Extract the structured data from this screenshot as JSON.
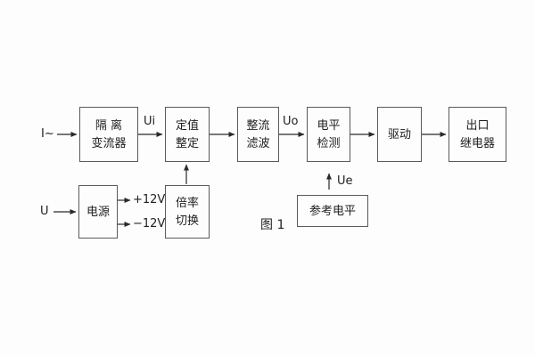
{
  "figure": {
    "caption": "图 1",
    "colors": {
      "background": "#fdfdfd",
      "box_border": "#5a5a5a",
      "text": "#1e1e1e",
      "arrow": "#2a2a2a"
    }
  },
  "blocks": {
    "isolation_transformer": {
      "line1": "隔 离",
      "line2": "变流器"
    },
    "setting_adjust": {
      "line1": "定值",
      "line2": "整定"
    },
    "rectify_filter": {
      "line1": "整流",
      "line2": "滤波"
    },
    "level_detect": {
      "line1": "电平",
      "line2": "检测"
    },
    "drive": {
      "line1": "驱动"
    },
    "output_relay": {
      "line1": "出口",
      "line2": "继电器"
    },
    "power_supply": {
      "line1": "电源"
    },
    "ratio_switch": {
      "line1": "倍率",
      "line2": "切换"
    },
    "reference_level": {
      "line1": "参考电平"
    }
  },
  "labels": {
    "input_current": "I~",
    "input_voltage": "U",
    "ui": "Ui",
    "uo": "Uo",
    "ue": "Ue",
    "plus_12v": "+12V",
    "minus_12v": "−12V"
  }
}
